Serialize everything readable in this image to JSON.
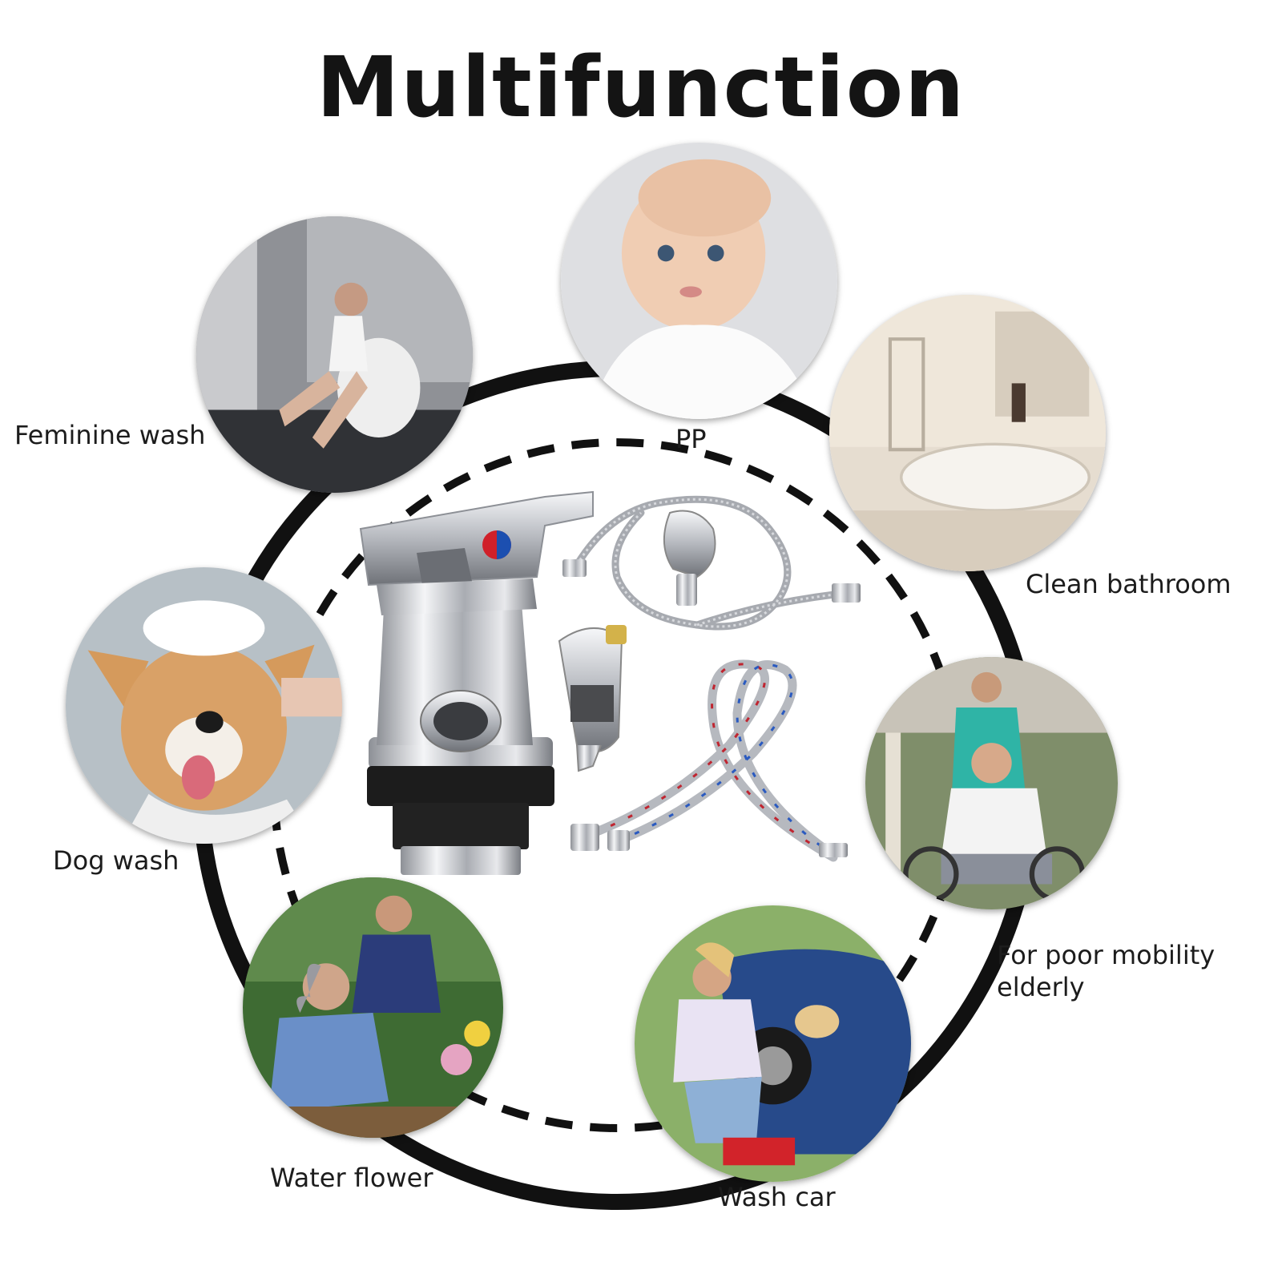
{
  "title": "Multifunction",
  "uses": [
    {
      "id": "feminine",
      "label": "Feminine wash",
      "icon": "woman-seated-toilet-photo"
    },
    {
      "id": "pp",
      "label": "PP",
      "icon": "baby-photo"
    },
    {
      "id": "bathroom",
      "label": "Clean bathroom",
      "icon": "bathroom-bathtub-photo"
    },
    {
      "id": "dog",
      "label": "Dog wash",
      "icon": "dog-bathing-photo"
    },
    {
      "id": "elderly",
      "label": "For poor mobility elderly",
      "icon": "elderly-wheelchair-photo"
    },
    {
      "id": "flower",
      "label": "Water flower",
      "icon": "gardening-couple-photo"
    },
    {
      "id": "car",
      "label": "Wash car",
      "icon": "woman-washing-car-photo"
    }
  ],
  "product": {
    "icon": "bidet-mixer-kit-photo",
    "colors": {
      "chrome": "#c9ccd1",
      "hot": "#d0202a",
      "cold": "#1c4fb0",
      "base": "#1c1c1c"
    }
  },
  "colors": {
    "ring": "#111111",
    "background": "#ffffff"
  }
}
